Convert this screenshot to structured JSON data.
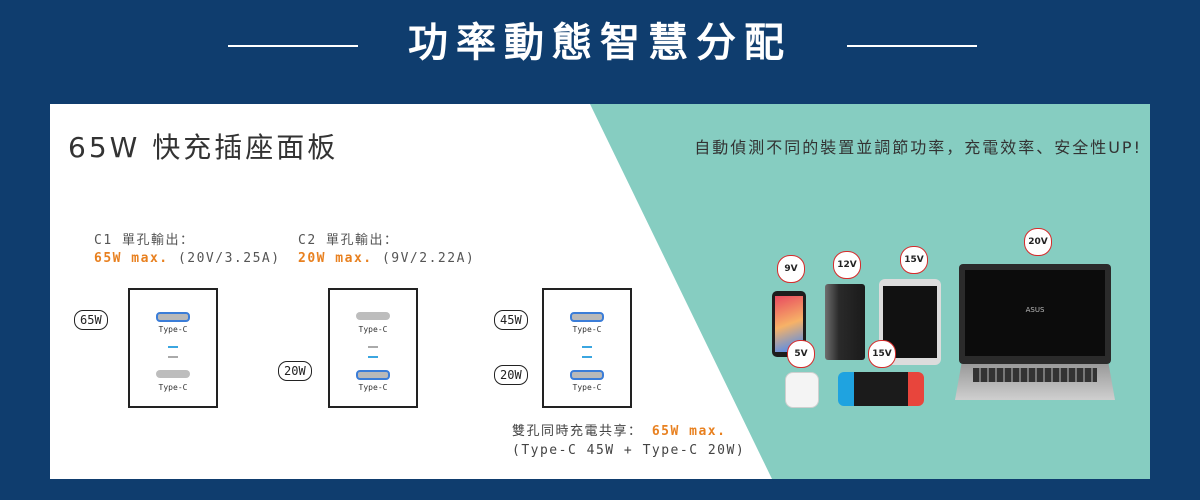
{
  "header": {
    "title": "功率動態智慧分配"
  },
  "panel": {
    "title": "65W 快充插座面板",
    "tagline": "自動偵測不同的裝置並調節功率，充電效率、安全性UP!"
  },
  "outputs": {
    "c1": {
      "label": "C1 單孔輸出：",
      "max": "65W max.",
      "spec": "(20V/3.25A)"
    },
    "c2": {
      "label": "C2  單孔輸出：",
      "max": "20W max.",
      "spec": "(9V/2.22A)"
    }
  },
  "plates": [
    {
      "top_port_label": "Type-C",
      "bottom_port_label": "Type-C",
      "top_watt": "65W",
      "bottom_watt": ""
    },
    {
      "top_port_label": "Type-C",
      "bottom_port_label": "Type-C",
      "top_watt": "",
      "bottom_watt": "20W"
    },
    {
      "top_port_label": "Type-C",
      "bottom_port_label": "Type-C",
      "top_watt": "45W",
      "bottom_watt": "20W"
    }
  ],
  "shared": {
    "label": "雙孔同時充電共享：",
    "max": "65W max.",
    "detail": "(Type-C 45W + Type-C 20W)"
  },
  "devices": {
    "phone_voltage": "9V",
    "powerbank_voltage": "12V",
    "tablet_voltage": "15V",
    "laptop_voltage": "20V",
    "earbuds_voltage": "5V",
    "console_voltage": "15V",
    "laptop_brand": "ASUS"
  },
  "colors": {
    "background": "#0f3d6e",
    "teal": "#86cdc1",
    "accent": "#e8801f",
    "port_blue": "#3b7dd8",
    "badge_red": "#d62b2b"
  }
}
